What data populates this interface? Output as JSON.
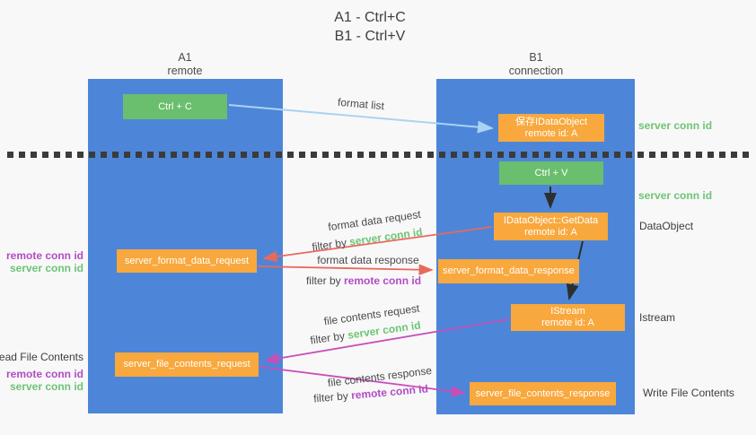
{
  "title": {
    "line1": "A1 - Ctrl+C",
    "line2": "B1 - Ctrl+V"
  },
  "columns": {
    "a1": {
      "name": "A1",
      "subtitle": "remote"
    },
    "b1": {
      "name": "B1",
      "subtitle": "connection"
    }
  },
  "nodes": {
    "ctrl_c": {
      "label": "Ctrl + C"
    },
    "save_idataobject": {
      "line1": "保存IDataObject",
      "line2": "remote id: A"
    },
    "ctrl_v": {
      "label": "Ctrl + V"
    },
    "getdata": {
      "line1": "IDataObject::GetData",
      "line2": "remote id: A"
    },
    "server_format_data_request": {
      "label": "server_format_data_request"
    },
    "server_format_data_response": {
      "label": "server_format_data_response"
    },
    "istream": {
      "line1": "IStream",
      "line2": "remote id: A"
    },
    "server_file_contents_request": {
      "label": "server_file_contents_request"
    },
    "server_file_contents_response": {
      "label": "server_file_contents_response"
    }
  },
  "arrow_labels": {
    "format_list": "format list",
    "format_data_request": "format data request",
    "format_data_response": "format data response",
    "file_contents_request": "file contents request",
    "file_contents_response": "file contents response",
    "filter_by": "filter by",
    "server_conn_id": "server conn id",
    "remote_conn_id": "remote conn id"
  },
  "side_labels": {
    "server_conn_id_top": "server conn id",
    "server_conn_id_mid": "server conn id",
    "dataobject": "DataObject",
    "istream": "Istream",
    "write_file_contents": "Write File Contents",
    "read_file_contents": "Read File Contents",
    "remote_conn_id_1": "remote conn id",
    "server_conn_id_1": "server conn id",
    "remote_conn_id_2": "remote conn id",
    "server_conn_id_2": "server conn id"
  },
  "colors": {
    "column_blue": "#4d86d8",
    "box_green": "#6abf6e",
    "box_orange": "#f8a83d",
    "label_green": "#6dc474",
    "label_purple": "#b14cc4",
    "arrow_red": "#e8695c",
    "arrow_magenta": "#c74fba",
    "arrow_blue": "#a9d3f2",
    "arrow_black": "#2e2e2e",
    "text_dark": "#3f3f3f"
  }
}
